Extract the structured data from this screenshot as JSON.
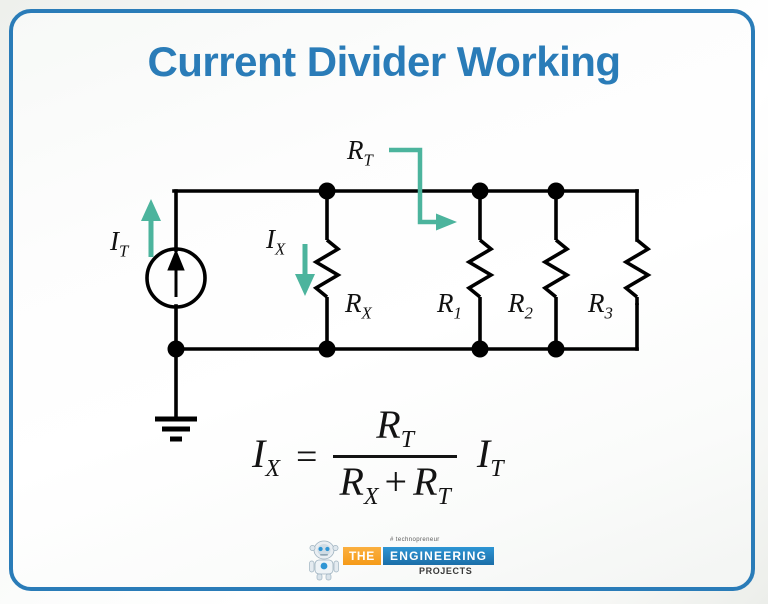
{
  "slide": {
    "title": "Current Divider Working",
    "title_color": "#2a7cb8",
    "border_color": "#2a7cb8",
    "background_color": "#fbfcfb"
  },
  "circuit": {
    "wire_color": "#000000",
    "arrow_color": "#4cb49d",
    "source": {
      "type": "current-source",
      "symbol": "circle-with-up-arrow"
    },
    "ground": {
      "symbol": "earth-ground"
    },
    "labels": {
      "it": "I",
      "it_sub": "T",
      "ix": "I",
      "ix_sub": "X",
      "rt": "R",
      "rt_sub": "T",
      "rx": "R",
      "rx_sub": "X",
      "r1": "R",
      "r1_sub": "1",
      "r2": "R",
      "r2_sub": "2",
      "r3": "R",
      "r3_sub": "3"
    },
    "resistors": [
      {
        "name": "R",
        "sub": "X"
      },
      {
        "name": "R",
        "sub": "1"
      },
      {
        "name": "R",
        "sub": "2"
      },
      {
        "name": "R",
        "sub": "3"
      }
    ],
    "annotations": {
      "rt_pointer": "R_T spans the parallel combination R1 R2 R3",
      "it_direction": "up",
      "ix_direction": "down"
    }
  },
  "formula": {
    "lhs": "I",
    "lhs_sub": "X",
    "equals": "=",
    "numerator": "R",
    "numerator_sub": "T",
    "denominator_left": "R",
    "denominator_left_sub": "X",
    "denominator_plus": "+",
    "denominator_right": "R",
    "denominator_right_sub": "T",
    "tail": "I",
    "tail_sub": "T"
  },
  "logo": {
    "tagline": "# technopreneur",
    "the": "THE",
    "engineering": "ENGINEERING",
    "projects": "PROJECTS",
    "the_color": "#f59a18",
    "engineering_color": "#1b6ea8"
  }
}
